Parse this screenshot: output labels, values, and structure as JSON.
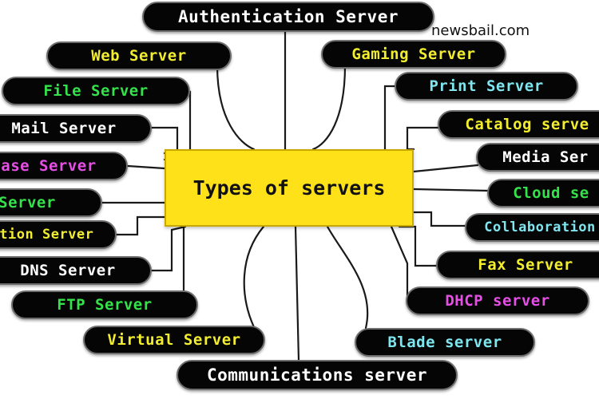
{
  "diagram": {
    "center_label": "Types of servers",
    "watermark": "newsbail.com",
    "nodes": [
      {
        "label": "Authentication Server",
        "color": "#ffffff"
      },
      {
        "label": "Web Server",
        "color": "#f2ee2e"
      },
      {
        "label": "Gaming Server",
        "color": "#f2ee2e"
      },
      {
        "label": "File Server",
        "color": "#34e24a"
      },
      {
        "label": "Print Server",
        "color": "#7fe6f0"
      },
      {
        "label": "Mail Server",
        "color": "#ffffff"
      },
      {
        "label": "Catalog serve",
        "color": "#f2ee2e"
      },
      {
        "label": "base Server",
        "color": "#e64fe6"
      },
      {
        "label": "Media Ser",
        "color": "#ffffff"
      },
      {
        "label": "Server",
        "color": "#34e24a"
      },
      {
        "label": "Cloud se",
        "color": "#34e24a"
      },
      {
        "label": "ation Server",
        "color": "#f2ee2e"
      },
      {
        "label": "Collaboration",
        "color": "#7fe6f0"
      },
      {
        "label": "DNS Server",
        "color": "#ffffff"
      },
      {
        "label": "Fax Server",
        "color": "#f2ee2e"
      },
      {
        "label": "FTP Server",
        "color": "#34e24a"
      },
      {
        "label": "DHCP server",
        "color": "#e64fe6"
      },
      {
        "label": "Virtual Server",
        "color": "#f2ee2e"
      },
      {
        "label": "Blade server",
        "color": "#7fe6f0"
      },
      {
        "label": "Communications server",
        "color": "#ffffff"
      }
    ]
  }
}
